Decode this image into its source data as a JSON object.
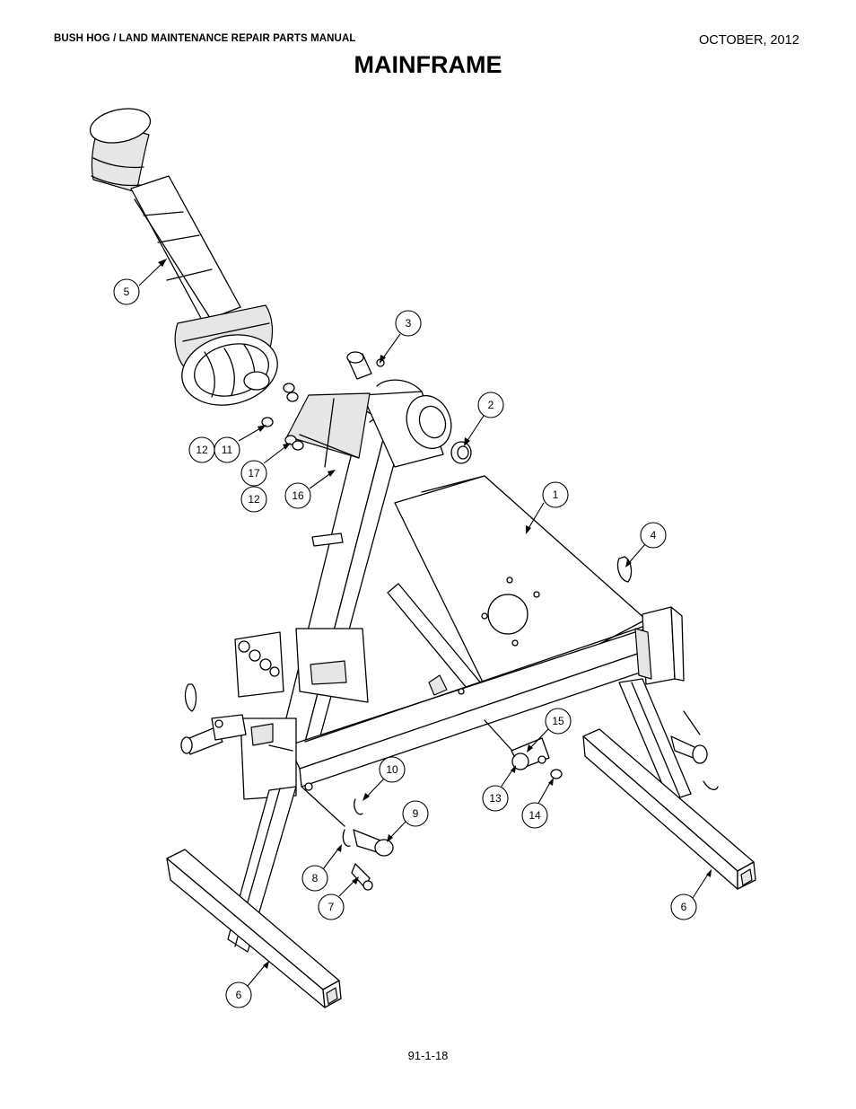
{
  "header": {
    "manual_title": "BUSH HOG / LAND MAINTENANCE REPAIR PARTS MANUAL",
    "date": "OCTOBER, 2012"
  },
  "page_title": "MAINFRAME",
  "footer": {
    "page_number": "91-1-18"
  },
  "callouts": [
    {
      "id": "c5",
      "label": "5"
    },
    {
      "id": "c3",
      "label": "3"
    },
    {
      "id": "c2",
      "label": "2"
    },
    {
      "id": "c12a",
      "label": "12"
    },
    {
      "id": "c11",
      "label": "11"
    },
    {
      "id": "c17",
      "label": "17"
    },
    {
      "id": "c12b",
      "label": "12"
    },
    {
      "id": "c16",
      "label": "16"
    },
    {
      "id": "c1",
      "label": "1"
    },
    {
      "id": "c4",
      "label": "4"
    },
    {
      "id": "c15",
      "label": "15"
    },
    {
      "id": "c10",
      "label": "10"
    },
    {
      "id": "c9",
      "label": "9"
    },
    {
      "id": "c13",
      "label": "13"
    },
    {
      "id": "c14",
      "label": "14"
    },
    {
      "id": "c8",
      "label": "8"
    },
    {
      "id": "c7",
      "label": "7"
    },
    {
      "id": "c6a",
      "label": "6"
    },
    {
      "id": "c6b",
      "label": "6"
    }
  ]
}
